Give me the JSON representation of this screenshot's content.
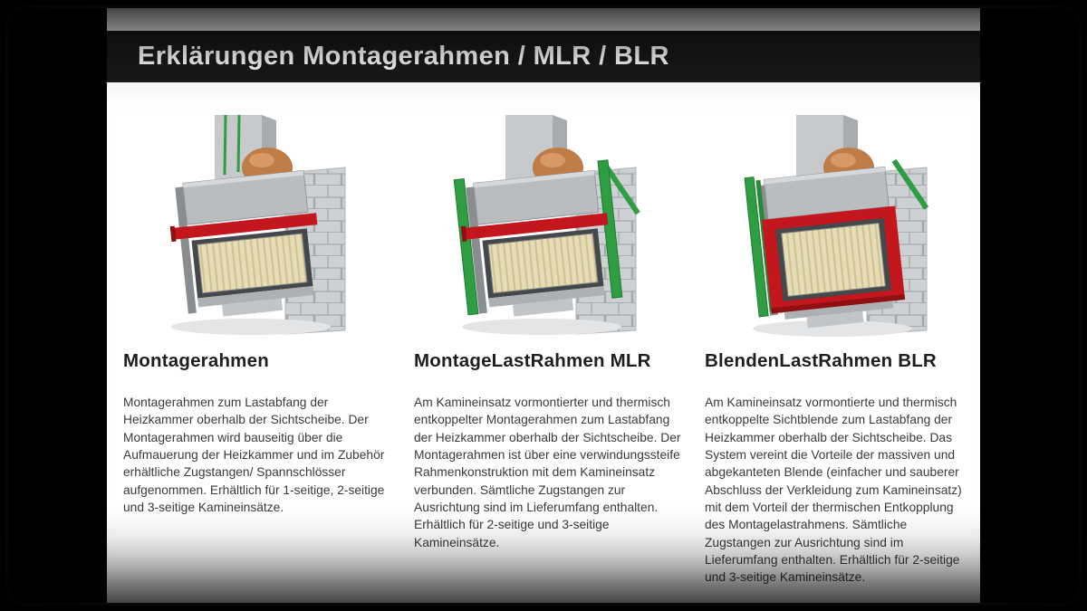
{
  "header": {
    "title": "Erklärungen Montagerahmen / MLR / BLR"
  },
  "columns": [
    {
      "title": "Montagerahmen",
      "body": "Montagerahmen zum Lastabfang der Heizkammer oberhalb der Sichtscheibe. Der Montagerahmen wird bauseitig über die Aufmauerung der Heizkammer und im Zubehör erhältliche Zugstangen/ Spannschlösser aufgenommen. Erhältlich für 1-seitige, 2-seitige und 3-seitige Kamineinsätze.",
      "illustration": "fireplace-insert-with-montagerahmen"
    },
    {
      "title": "MontageLastRahmen MLR",
      "body": "Am Kamineinsatz vormontierter und thermisch entkoppelter Montagerahmen zum Lastabfang der Heizkammer oberhalb der Sichtscheibe. Der Montagerahmen ist über eine verwindungssteife Rahmenkonstruktion mit dem Kamineinsatz verbunden. Sämtliche Zugstangen zur Ausrichtung sind im Lieferumfang enthalten. Erhältlich für 2-seitige und 3-seitige Kamineinsätze.",
      "illustration": "fireplace-insert-with-montagelastrahmen"
    },
    {
      "title": "BlendenLastRahmen BLR",
      "body": "Am Kamineinsatz vormontierte und thermisch entkoppelte Sichtblende zum Lastabfang der Heizkammer oberhalb der Sichtscheibe. Das System vereint die Vorteile der massiven und abgekanteten Blende (einfacher und sauberer Abschluss der Verkleidung zum Kamineinsatz) mit dem Vorteil der thermischen Entkopplung des Montagelastrahmens. Sämtliche Zugstangen zur Ausrichtung sind im Lieferumfang enthalten. Erhältlich für 2-seitige und 3-seitige Kamineinsätze.",
      "illustration": "fireplace-insert-with-blendenlastrahmen"
    }
  ],
  "colors": {
    "header_background": "#17191b",
    "accent_red": "#c3161d",
    "accent_green": "#2f9e43",
    "copper": "#c07c46",
    "page_background": "#ffffff"
  }
}
